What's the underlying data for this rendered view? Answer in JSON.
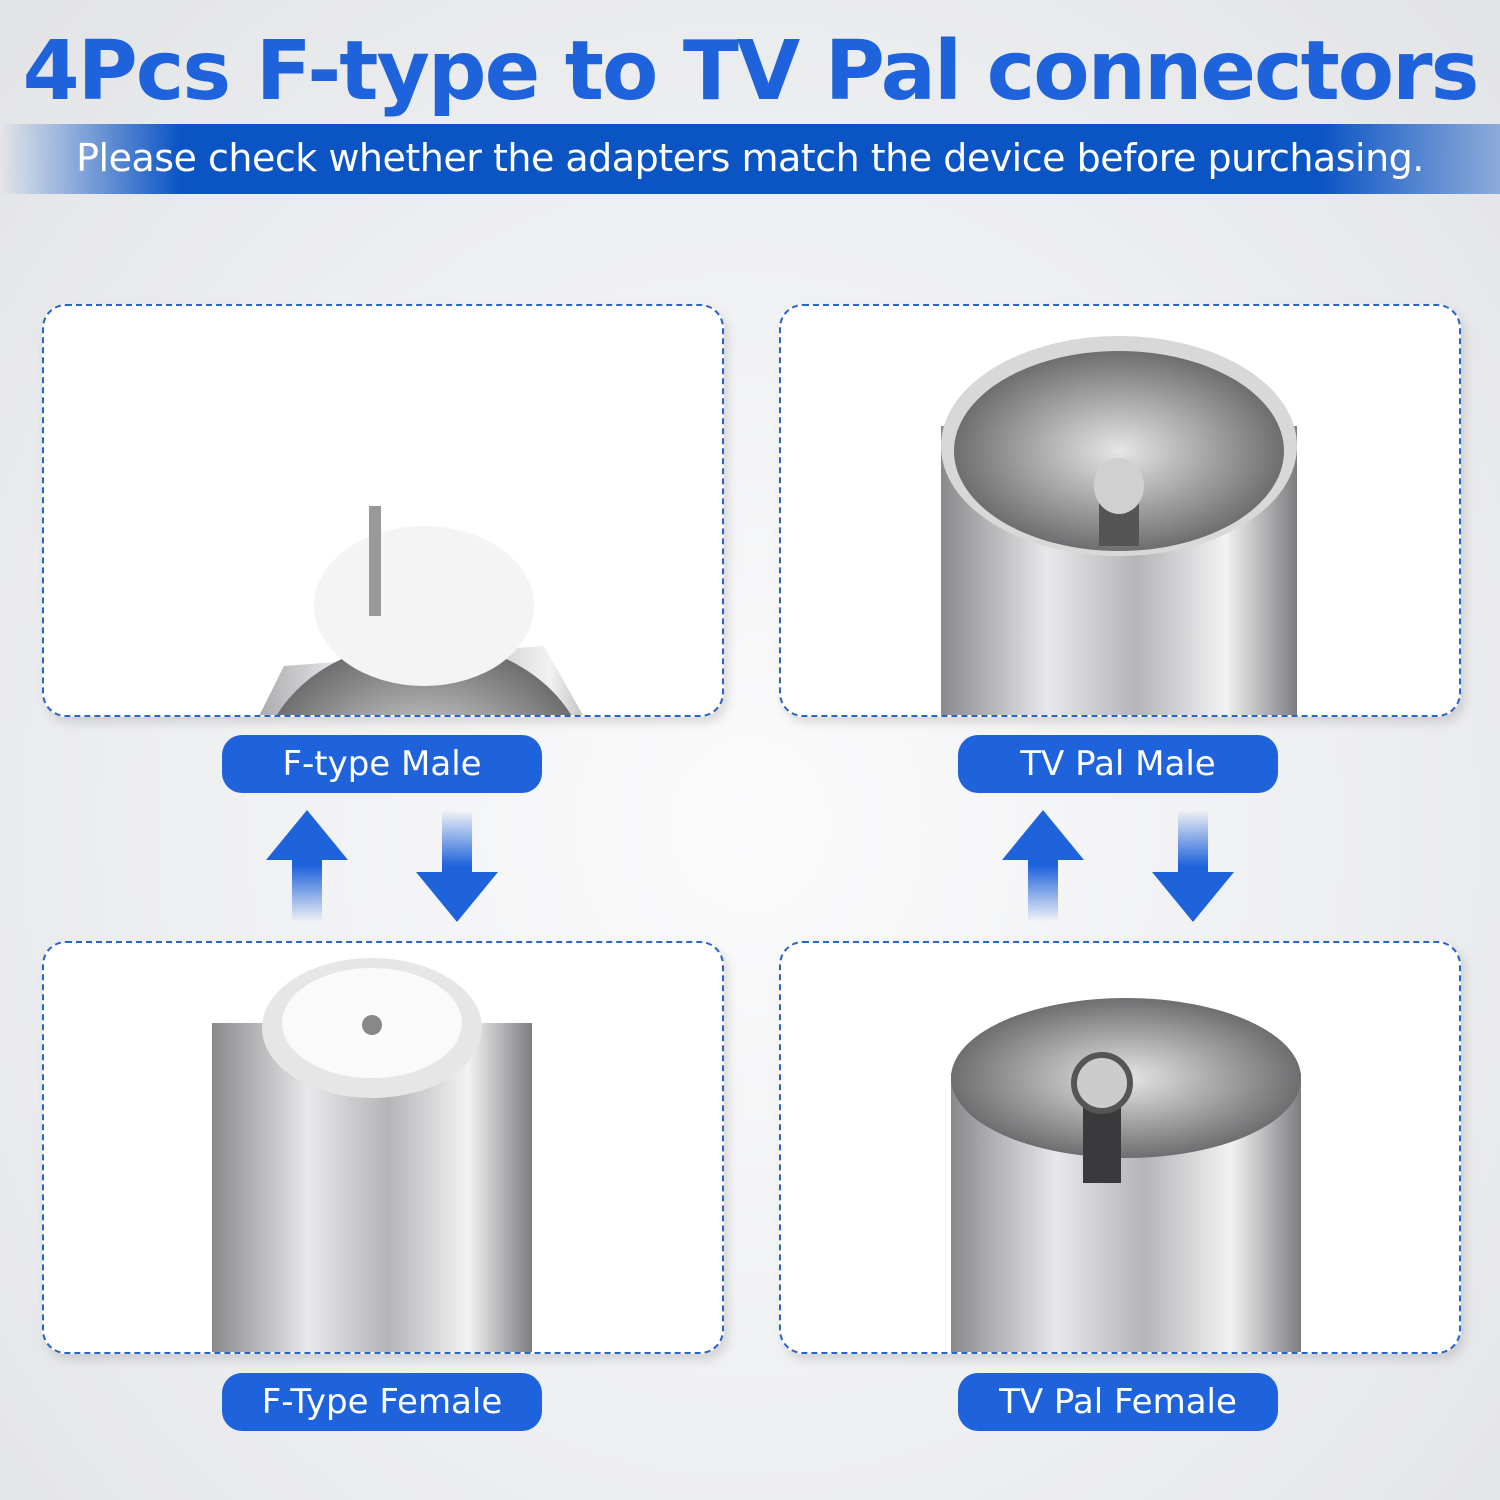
{
  "title": "4Pcs F-type to TV Pal connectors",
  "subtitle": "Please check whether the adapters match the device before purchasing.",
  "accent_color": "#1f63dc",
  "panels": [
    {
      "label": "F-type Male",
      "image": "f-type-male-connector"
    },
    {
      "label": "TV Pal Male",
      "image": "tv-pal-male-connector"
    },
    {
      "label": "F-Type Female",
      "image": "f-type-female-connector"
    },
    {
      "label": "TV Pal Female",
      "image": "tv-pal-female-connector"
    }
  ],
  "arrows": [
    "arrow-up-icon",
    "arrow-down-icon"
  ]
}
